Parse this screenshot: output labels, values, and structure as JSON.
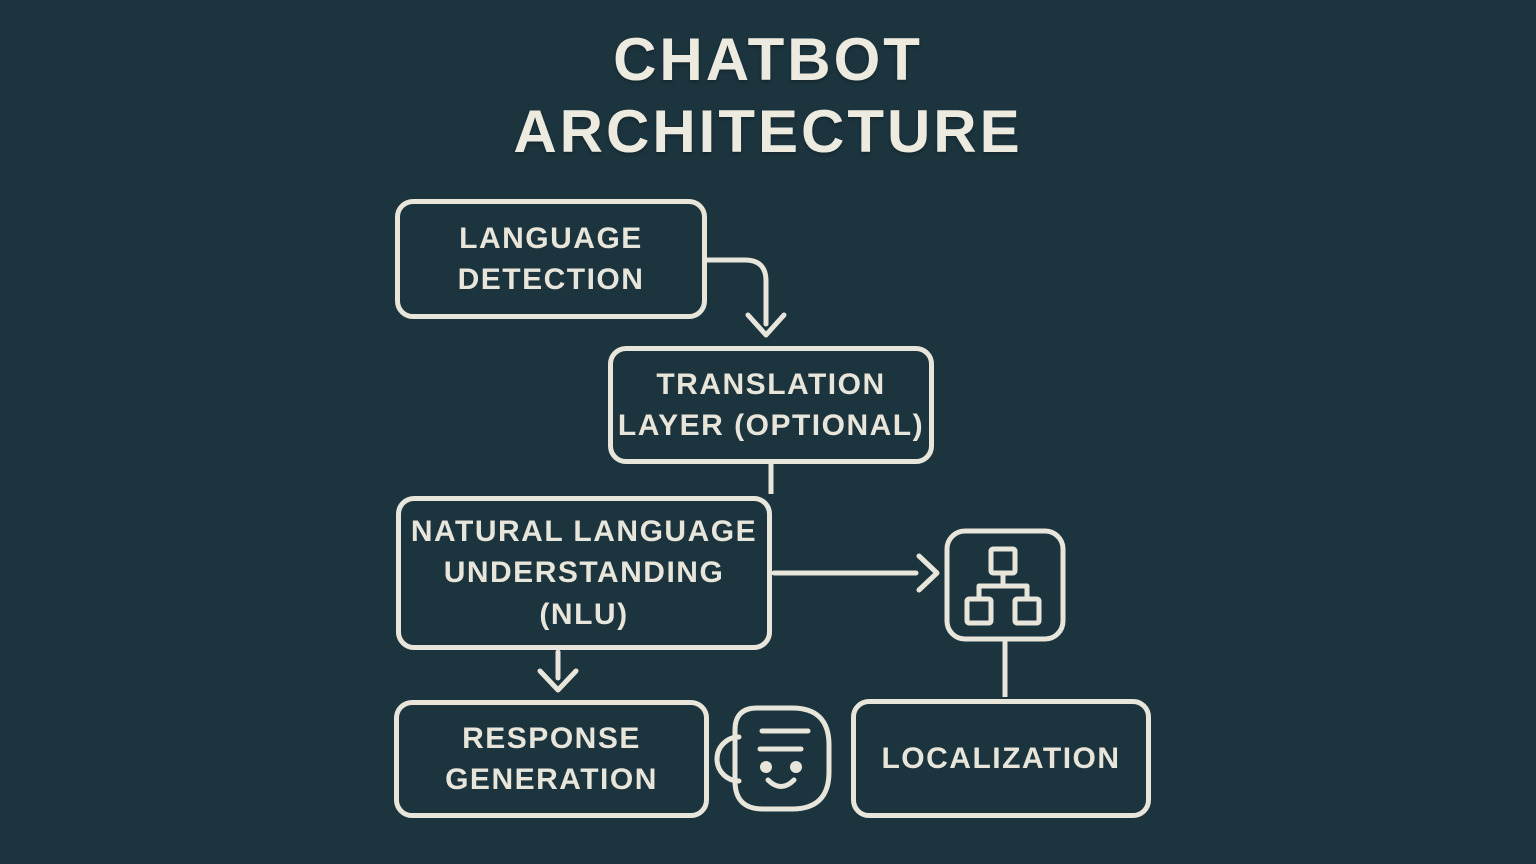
{
  "colors": {
    "background": "#1c343e",
    "stroke": "#e8e5db",
    "title_text": "#edeae0"
  },
  "title": {
    "line1": "CHATBOT",
    "line2": "ARCHITECTURE"
  },
  "nodes": {
    "language_detection": {
      "label": "LANGUAGE\nDETECTION"
    },
    "translation_layer": {
      "label": "TRANSLATION\nLAYER (OPTIONAL)"
    },
    "nlu": {
      "label": "NATURAL LANGUAGE\nUNDERSTANDING\n(NLU)"
    },
    "response_generation": {
      "label": "RESPONSE\nGENERATION"
    },
    "localization": {
      "label": "LOCALIZATION"
    }
  },
  "icons": {
    "sitemap": "sitemap-icon",
    "robot_face": "robot-face-icon"
  },
  "edges": [
    {
      "from": "language_detection",
      "to": "translation_layer",
      "style": "elbow",
      "arrowhead": true
    },
    {
      "from": "translation_layer",
      "to": "nlu",
      "style": "straight",
      "arrowhead": false
    },
    {
      "from": "nlu",
      "to": "sitemap-icon",
      "style": "straight",
      "arrowhead": true
    },
    {
      "from": "nlu",
      "to": "response_generation",
      "style": "straight",
      "arrowhead": true
    },
    {
      "from": "sitemap-icon",
      "to": "localization",
      "style": "straight",
      "arrowhead": false
    }
  ]
}
